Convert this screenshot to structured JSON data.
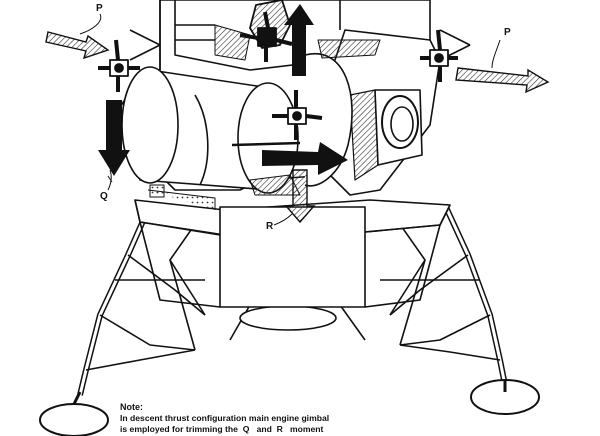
{
  "labels": {
    "p_left": "P",
    "p_right": "P",
    "q": "Q",
    "r": "R"
  },
  "note": {
    "title": "Note:",
    "line1": "In descent thrust configuration main engine gimbal",
    "line2": "is employed for trimming the  Q   and  R   moment"
  },
  "colors": {
    "ink": "#111111",
    "paper": "#ffffff",
    "hatch": "#555555"
  }
}
